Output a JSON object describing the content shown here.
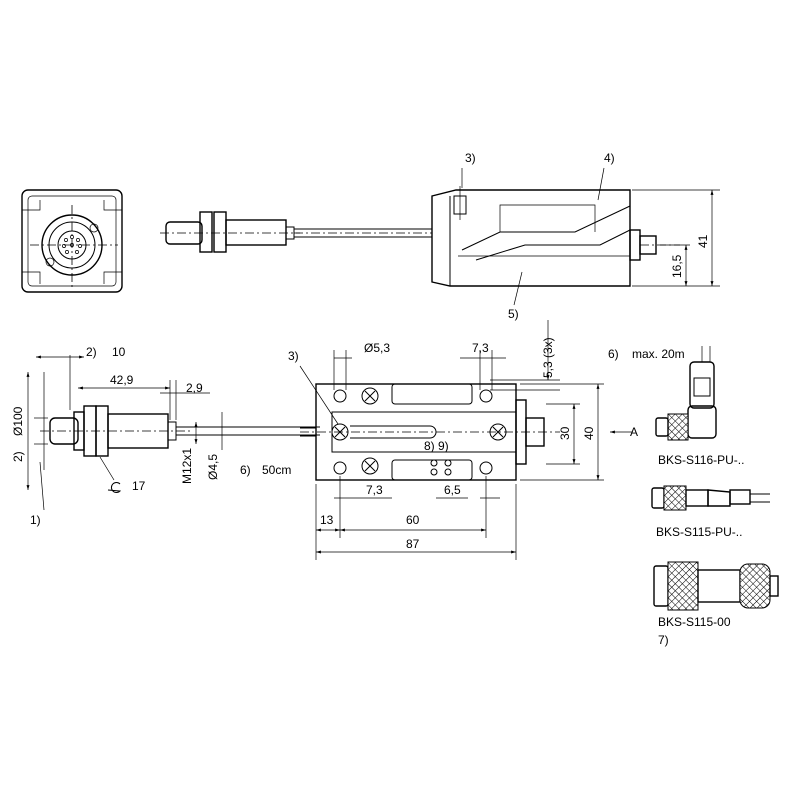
{
  "callouts": {
    "c1": "1)",
    "c2": "2)",
    "c3": "3)",
    "c4": "4)",
    "c5": "5)",
    "c6": "6)",
    "c7": "7)",
    "c89": "8) 9)"
  },
  "dimensions": {
    "d10": "10",
    "d42_9": "42,9",
    "d2_9": "2,9",
    "d100": "Ø100",
    "m12": "M12x1",
    "d4_5": "Ø4,5",
    "cable_50": "50cm",
    "clip17": "17",
    "d5_3": "Ø5,3",
    "d7_3_top": "7,3",
    "d5_3x3": "5,3 (3x)",
    "d7_3_bot": "7,3",
    "d6_5": "6,5",
    "d13": "13",
    "d60": "60",
    "d87": "87",
    "d30": "30",
    "d40": "40",
    "view_a": "A",
    "d41": "41",
    "d16_5": "16,5",
    "max20m": "max. 20m"
  },
  "connectors": {
    "c1_label": "BKS-S116-PU-..",
    "c2_label": "BKS-S115-PU-..",
    "c3_label": "BKS-S115-00"
  }
}
